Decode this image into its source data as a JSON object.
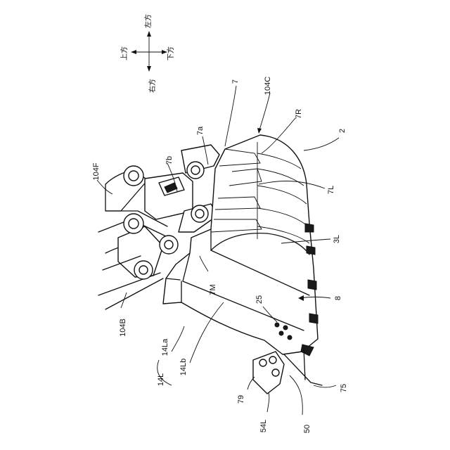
{
  "directions": {
    "left": "左方",
    "up": "上方",
    "down": "下方",
    "right": "右方"
  },
  "labels": {
    "l_7": "7",
    "l_104C": "104C",
    "l_7R": "7R",
    "l_2": "2",
    "l_7a": "7a",
    "l_7b": "7b",
    "l_104F": "104F",
    "l_7L": "7L",
    "l_3L": "3L",
    "l_8": "8",
    "l_7M": "7M",
    "l_25": "25",
    "l_104B": "104B",
    "l_14La": "14La",
    "l_14Lb": "14Lb",
    "l_14L": "14L",
    "l_79": "79",
    "l_75": "75",
    "l_54L": "54L",
    "l_50": "50"
  }
}
